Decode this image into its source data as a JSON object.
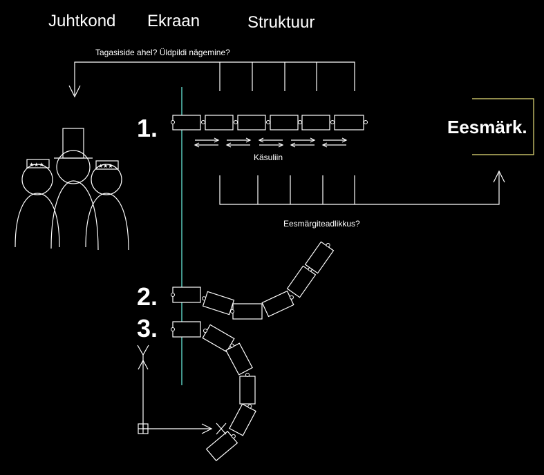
{
  "headers": {
    "management": "Juhtkond",
    "screen": "Ekraan",
    "structure": "Struktuur"
  },
  "labels": {
    "feedback_question": "Tagasiside ahel? Üldpildi nägemine?",
    "handover": "Käsuliin",
    "goal_orientation_question": "Eesmärgiteadlikkus?",
    "goal": "Eesmärk."
  },
  "scenarios": {
    "one": "1.",
    "two": "2.",
    "three": "3."
  },
  "figures": {
    "hat_stars": "★★★"
  },
  "colors": {
    "background": "#000000",
    "foreground": "#ffffff",
    "screen_line": "#5fd6c8",
    "goal_frame": "#e8e07a"
  },
  "icons": {
    "axis": "ucs-axis-icon"
  }
}
